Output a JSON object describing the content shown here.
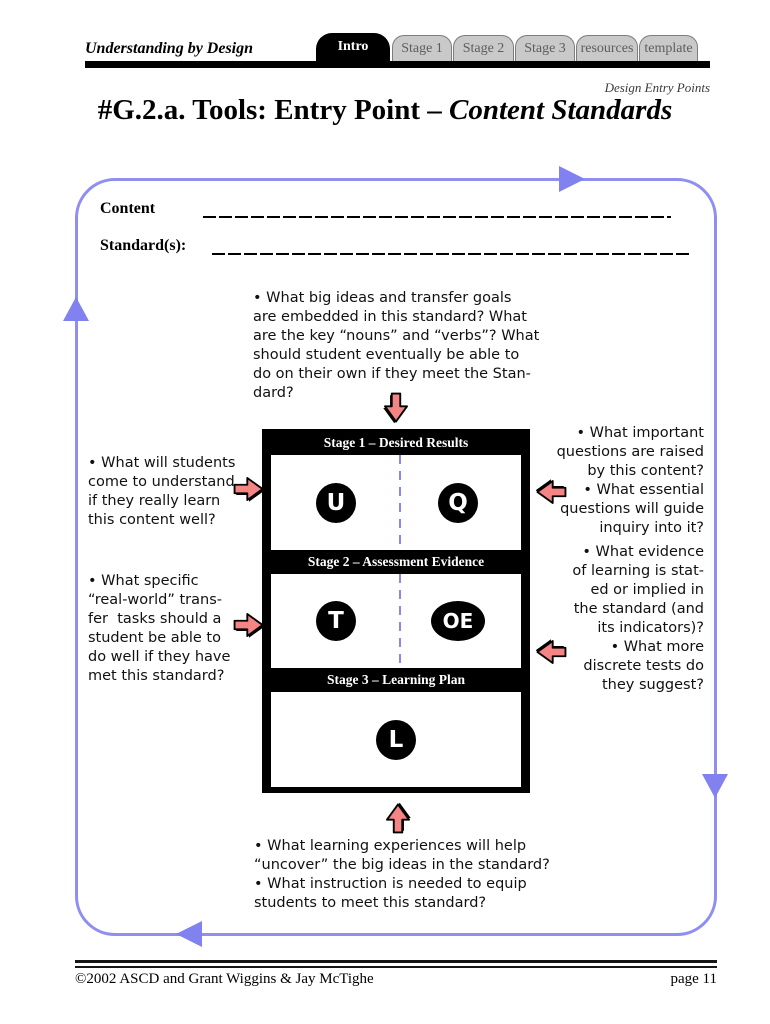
{
  "header": {
    "brand": "Understanding by Design",
    "tabs": [
      {
        "label": "Intro",
        "active": true
      },
      {
        "label": "Stage 1",
        "active": false
      },
      {
        "label": "Stage 2",
        "active": false
      },
      {
        "label": "Stage 3",
        "active": false
      },
      {
        "label": "resources",
        "active": false
      },
      {
        "label": "template",
        "active": false
      }
    ],
    "subtitle": "Design Entry Points"
  },
  "title": {
    "prefix": "#G.2.a. Tools: Entry Point – ",
    "emphasis": "Content Standards"
  },
  "worksheet": {
    "field_label_top": "Content",
    "field_label_bottom": "Standard(s):"
  },
  "questions": {
    "top": "• What big ideas and transfer goals\nare embedded in this standard? What\nare the key “nouns” and “verbs”? What\nshould student eventually be able to\ndo on their own if they meet the Stan-\ndard?",
    "left_upper": "• What will students\ncome to understand\nif they really learn\nthis content well?",
    "left_lower": "• What specific\n“real-world” trans-\nfer  tasks should a\nstudent be able to\ndo well if they have\nmet this standard?",
    "right_upper": "• What important\nquestions are raised\nby this content?\n• What essential\nquestions will guide\ninquiry into it?",
    "right_lower": "• What evidence\nof learning is stat-\ned or implied in\nthe standard (and\nits indicators)?\n• What more\ndiscrete tests do\nthey suggest?",
    "bottom": "• What learning experiences will help\n“uncover” the big ideas in the standard?\n• What instruction is needed to equip\nstudents to meet this standard?"
  },
  "matrix": {
    "stages": [
      {
        "header": "Stage 1 – Desired Results",
        "badges": [
          "U",
          "Q"
        ]
      },
      {
        "header": "Stage 2 – Assessment Evidence",
        "badges": [
          "T",
          "OE"
        ]
      },
      {
        "header": "Stage 3 – Learning Plan",
        "badges": [
          "L"
        ]
      }
    ]
  },
  "footer": {
    "copyright": "©2002  ASCD and Grant Wiggins & Jay McTighe",
    "page": "page 11"
  },
  "colors": {
    "accent_purple": "#8181f0",
    "arrow_red": "#f58484",
    "tab_gray": "#c9c9c9",
    "stage_bar_black": "#000000"
  }
}
